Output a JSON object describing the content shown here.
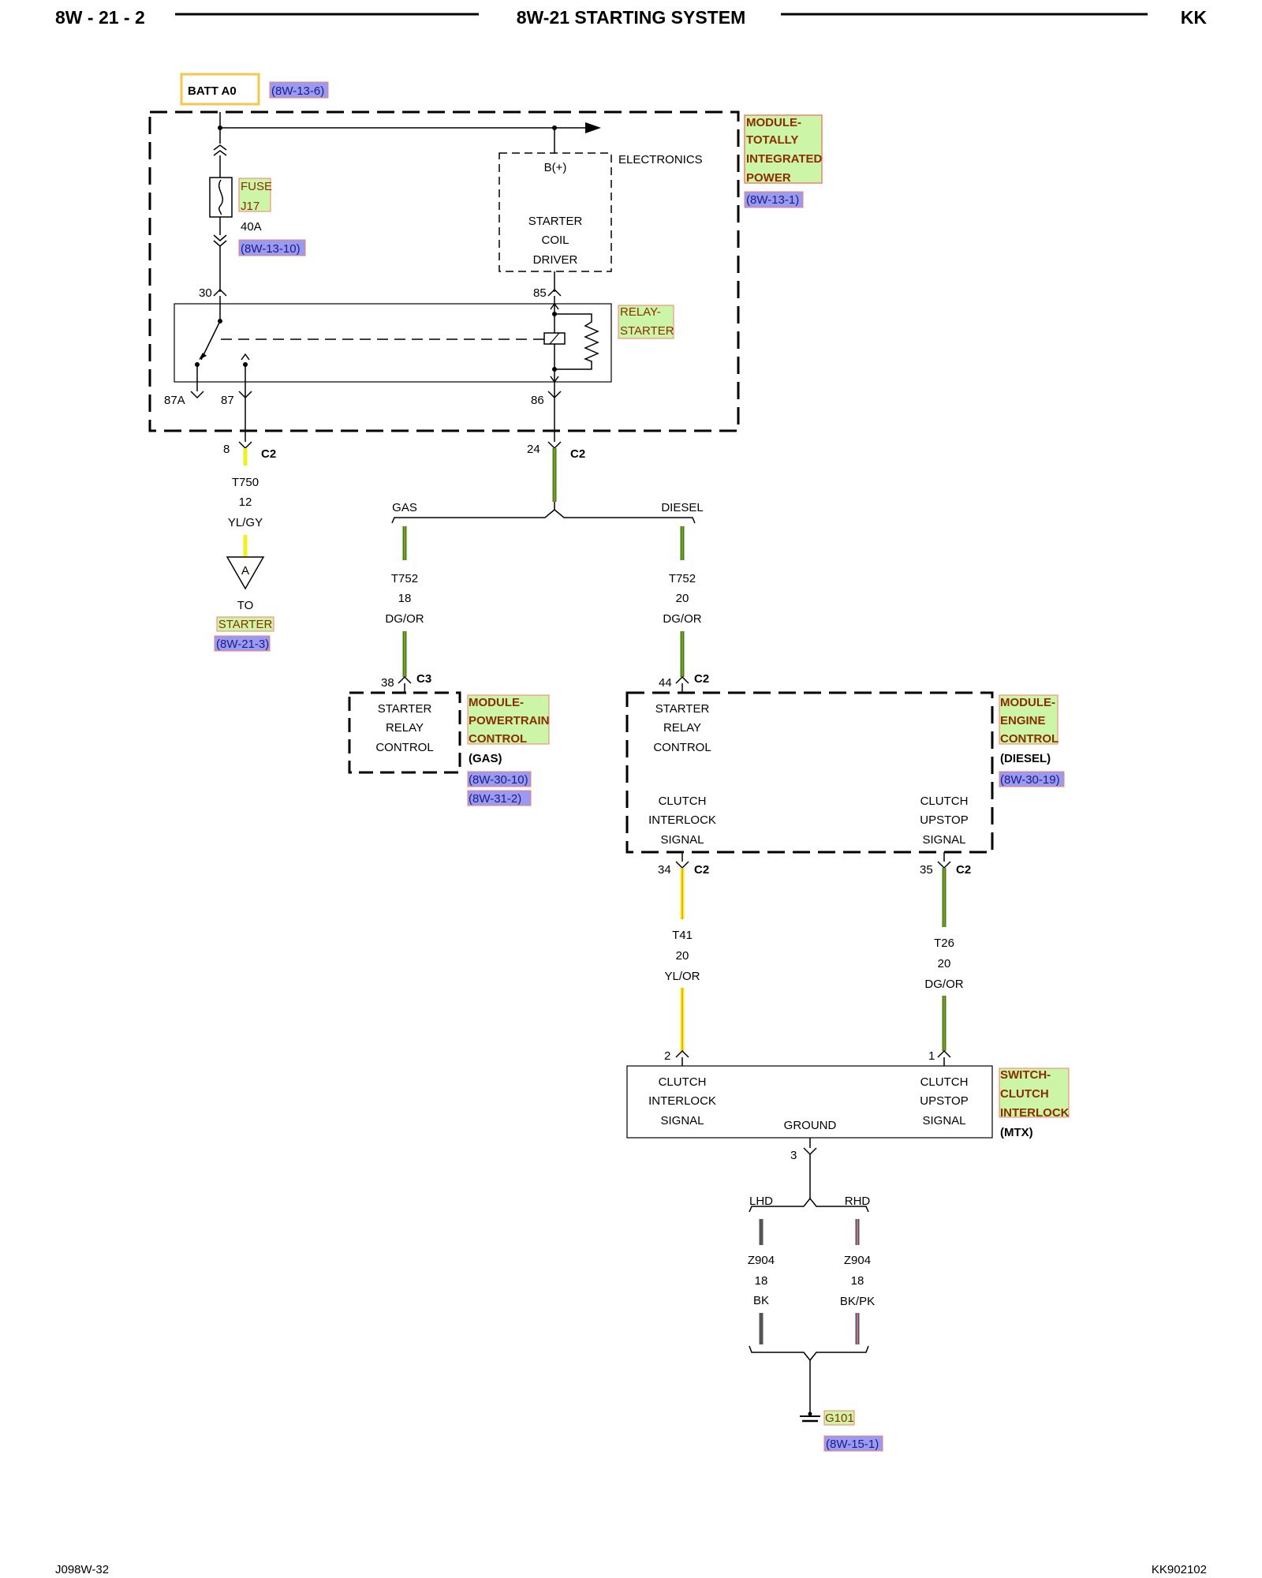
{
  "header": {
    "left": "8W - 21 - 2",
    "center": "8W-21 STARTING SYSTEM",
    "right": "KK"
  },
  "footer": {
    "left": "J098W-32",
    "right": "KK902102"
  },
  "colors": {
    "ref_fill": "#9a9af0",
    "comp_fill": "#ccf5a8",
    "comp_border": "#f08070",
    "batt_border": "#f6c64f",
    "wire_yellow": "#f2ef1e",
    "wire_green": "#2f8a1e",
    "wire_orange": "#e58a1a",
    "wire_black": "#555555",
    "wire_pink": "#f07fb0"
  },
  "batt": {
    "label": "BATT A0",
    "ref": "(8W-13-6)"
  },
  "tipm": {
    "name": [
      "MODULE-",
      "TOTALLY",
      "INTEGRATED",
      "POWER"
    ],
    "ref": "(8W-13-1)",
    "electronics": "ELECTRONICS",
    "driver": [
      "B(+)",
      "STARTER",
      "COIL",
      "DRIVER"
    ],
    "fuse": {
      "name": [
        "FUSE",
        "J17"
      ],
      "rating": "40A",
      "ref": "(8W-13-10)"
    },
    "relay": {
      "name": [
        "RELAY-",
        "STARTER"
      ]
    },
    "pins": {
      "p30": "30",
      "p85": "85",
      "p87a": "87A",
      "p87": "87",
      "p86": "86"
    }
  },
  "conn_top_left": {
    "pin": "8",
    "conn": "C2"
  },
  "conn_top_right": {
    "pin": "24",
    "conn": "C2"
  },
  "wire_t750": {
    "circuit": "T750",
    "gauge": "12",
    "color": "YL/GY"
  },
  "starter_ref": {
    "marker": "A",
    "to": "TO",
    "name": "STARTER",
    "ref": "(8W-21-3)"
  },
  "split": {
    "gas": "GAS",
    "diesel": "DIESEL"
  },
  "wire_t752_gas": {
    "circuit": "T752",
    "gauge": "18",
    "color": "DG/OR"
  },
  "wire_t752_diesel": {
    "circuit": "T752",
    "gauge": "20",
    "color": "DG/OR"
  },
  "pcm": {
    "pin": "38",
    "conn": "C3",
    "text": [
      "STARTER",
      "RELAY",
      "CONTROL"
    ],
    "name": [
      "MODULE-",
      "POWERTRAIN",
      "CONTROL"
    ],
    "variant": "(GAS)",
    "refs": [
      "(8W-30-10)",
      "(8W-31-2)"
    ]
  },
  "ecm": {
    "pin": "44",
    "conn": "C2",
    "text": [
      "STARTER",
      "RELAY",
      "CONTROL"
    ],
    "left_sig": [
      "CLUTCH",
      "INTERLOCK",
      "SIGNAL"
    ],
    "right_sig": [
      "CLUTCH",
      "UPSTOP",
      "SIGNAL"
    ],
    "name": [
      "MODULE-",
      "ENGINE",
      "CONTROL"
    ],
    "variant": "(DIESEL)",
    "ref": "(8W-30-19)"
  },
  "ecm_conn_left": {
    "pin": "34",
    "conn": "C2"
  },
  "ecm_conn_right": {
    "pin": "35",
    "conn": "C2"
  },
  "wire_t41": {
    "circuit": "T41",
    "gauge": "20",
    "color": "YL/OR"
  },
  "wire_t26": {
    "circuit": "T26",
    "gauge": "20",
    "color": "DG/OR"
  },
  "clutch_switch": {
    "pin_left": "2",
    "pin_right": "1",
    "left_sig": [
      "CLUTCH",
      "INTERLOCK",
      "SIGNAL"
    ],
    "right_sig": [
      "CLUTCH",
      "UPSTOP",
      "SIGNAL"
    ],
    "ground": "GROUND",
    "name": [
      "SWITCH-",
      "CLUTCH",
      "INTERLOCK"
    ],
    "variant": "(MTX)",
    "ground_pin": "3"
  },
  "ground_split": {
    "lhd": "LHD",
    "rhd": "RHD"
  },
  "wire_z904_lhd": {
    "circuit": "Z904",
    "gauge": "18",
    "color": "BK"
  },
  "wire_z904_rhd": {
    "circuit": "Z904",
    "gauge": "18",
    "color": "BK/PK"
  },
  "ground": {
    "name": "G101",
    "ref": "(8W-15-1)"
  }
}
